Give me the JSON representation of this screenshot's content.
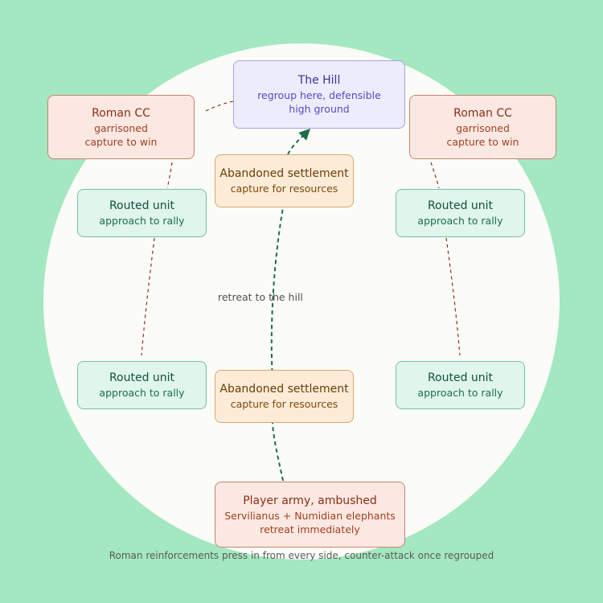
{
  "nodes": {
    "hill": {
      "title": "The Hill",
      "sub1": "regroup here, defensible",
      "sub2": "high ground"
    },
    "roman_left": {
      "title": "Roman CC",
      "sub1": "garrisoned",
      "sub2": "capture to win"
    },
    "roman_right": {
      "title": "Roman CC",
      "sub1": "garrisoned",
      "sub2": "capture to win"
    },
    "settlement_top": {
      "title": "Abandoned settlement",
      "sub1": "capture for resources"
    },
    "settlement_bottom": {
      "title": "Abandoned settlement",
      "sub1": "capture for resources"
    },
    "routed_tl": {
      "title": "Routed unit",
      "sub1": "approach to rally"
    },
    "routed_tr": {
      "title": "Routed unit",
      "sub1": "approach to rally"
    },
    "routed_bl": {
      "title": "Routed unit",
      "sub1": "approach to rally"
    },
    "routed_br": {
      "title": "Routed unit",
      "sub1": "approach to rally"
    },
    "player": {
      "title": "Player army, ambushed",
      "sub1": "Servilianus + Numidian elephants",
      "sub2": "retreat immediately"
    }
  },
  "edge_labels": {
    "retreat": "retreat to the hill"
  },
  "caption": "Roman reinforcements press in from every side, counter-attack once regrouped",
  "colors": {
    "background": "#a3e8c0",
    "arena": "#fbfbf8",
    "retreat_path": "#1d6e4a",
    "roman_path": "#8a2e14"
  }
}
